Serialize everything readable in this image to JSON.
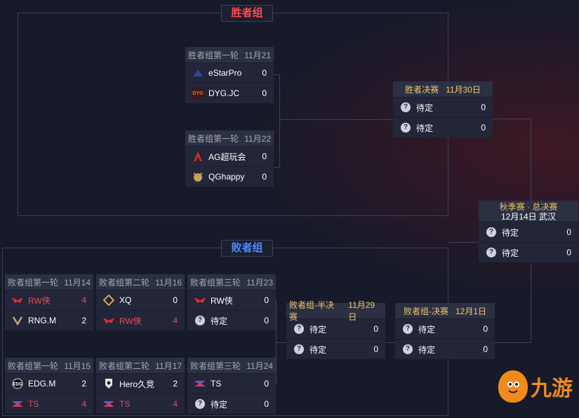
{
  "winners_title": "胜者组",
  "losers_title": "败者组",
  "colors": {
    "winners_title": "#ff4a55",
    "losers_title": "#4a8cff",
    "gold": "#f2c66b",
    "red": "#e84d52"
  },
  "winners": {
    "r1a": {
      "round": "胜者组第一轮",
      "date": "11月21",
      "teams": [
        {
          "logo_icon": "estarpro-logo-icon",
          "name": "eStarPro",
          "score": "0",
          "loser": false
        },
        {
          "logo_icon": "dyg-logo-icon",
          "logo_text": "DYG",
          "name": "DYG.JC",
          "score": "0",
          "loser": false
        }
      ]
    },
    "r1b": {
      "round": "胜者组第一轮",
      "date": "11月22",
      "teams": [
        {
          "logo_icon": "ag-logo-icon",
          "name": "AG超玩会",
          "score": "0",
          "loser": false
        },
        {
          "logo_icon": "qghappy-logo-icon",
          "name": "QGhappy",
          "score": "0",
          "loser": false
        }
      ]
    },
    "final": {
      "round": "胜者决赛",
      "date": "11月30日",
      "teams": [
        {
          "name": "待定",
          "score": "0"
        },
        {
          "name": "待定",
          "score": "0"
        }
      ]
    }
  },
  "grand_final": {
    "title": "秋季赛 · 总决赛",
    "date_place": "12月14日 武汉",
    "teams": [
      {
        "name": "待定",
        "score": "0"
      },
      {
        "name": "待定",
        "score": "0"
      }
    ]
  },
  "losers": {
    "a1": {
      "round": "败者组第一轮",
      "date": "11月14",
      "teams": [
        {
          "logo_icon": "rw-logo-icon",
          "name": "RW侠",
          "score": "4",
          "loser": true
        },
        {
          "logo_icon": "rng-logo-icon",
          "name": "RNG.M",
          "score": "2",
          "loser": false
        }
      ]
    },
    "a2": {
      "round": "败者组第二轮",
      "date": "11月16",
      "teams": [
        {
          "logo_icon": "xq-logo-icon",
          "name": "XQ",
          "score": "0",
          "loser": false
        },
        {
          "logo_icon": "rw-logo-icon",
          "name": "RW侠",
          "score": "4",
          "loser": true
        }
      ]
    },
    "a3": {
      "round": "败者组第三轮",
      "date": "11月23",
      "teams": [
        {
          "logo_icon": "rw-logo-icon",
          "name": "RW侠",
          "score": "0",
          "loser": false
        },
        {
          "logo_icon": "tbd-icon",
          "name": "待定",
          "score": "0",
          "loser": false
        }
      ]
    },
    "b1": {
      "round": "败者组第一轮",
      "date": "11月15",
      "teams": [
        {
          "logo_icon": "edg-logo-icon",
          "name": "EDG.M",
          "score": "2",
          "loser": false
        },
        {
          "logo_icon": "ts-logo-icon",
          "name": "TS",
          "score": "4",
          "loser": true
        }
      ]
    },
    "b2": {
      "round": "败者组第二轮",
      "date": "11月17",
      "teams": [
        {
          "logo_icon": "hero-logo-icon",
          "name": "Hero久竞",
          "score": "2",
          "loser": false
        },
        {
          "logo_icon": "ts-logo-icon",
          "name": "TS",
          "score": "4",
          "loser": true
        }
      ]
    },
    "b3": {
      "round": "败者组第三轮",
      "date": "11月24",
      "teams": [
        {
          "logo_icon": "ts-logo-icon",
          "name": "TS",
          "score": "0",
          "loser": false
        },
        {
          "logo_icon": "tbd-icon",
          "name": "待定",
          "score": "0",
          "loser": false
        }
      ]
    },
    "semi": {
      "round": "败者组-半决赛",
      "date": "11月29日",
      "teams": [
        {
          "name": "待定",
          "score": "0"
        },
        {
          "name": "待定",
          "score": "0"
        }
      ]
    },
    "final": {
      "round": "败者组-决赛",
      "date": "12月1日",
      "teams": [
        {
          "name": "待定",
          "score": "0"
        },
        {
          "name": "待定",
          "score": "0"
        }
      ]
    }
  },
  "watermark": {
    "text": "九游"
  }
}
